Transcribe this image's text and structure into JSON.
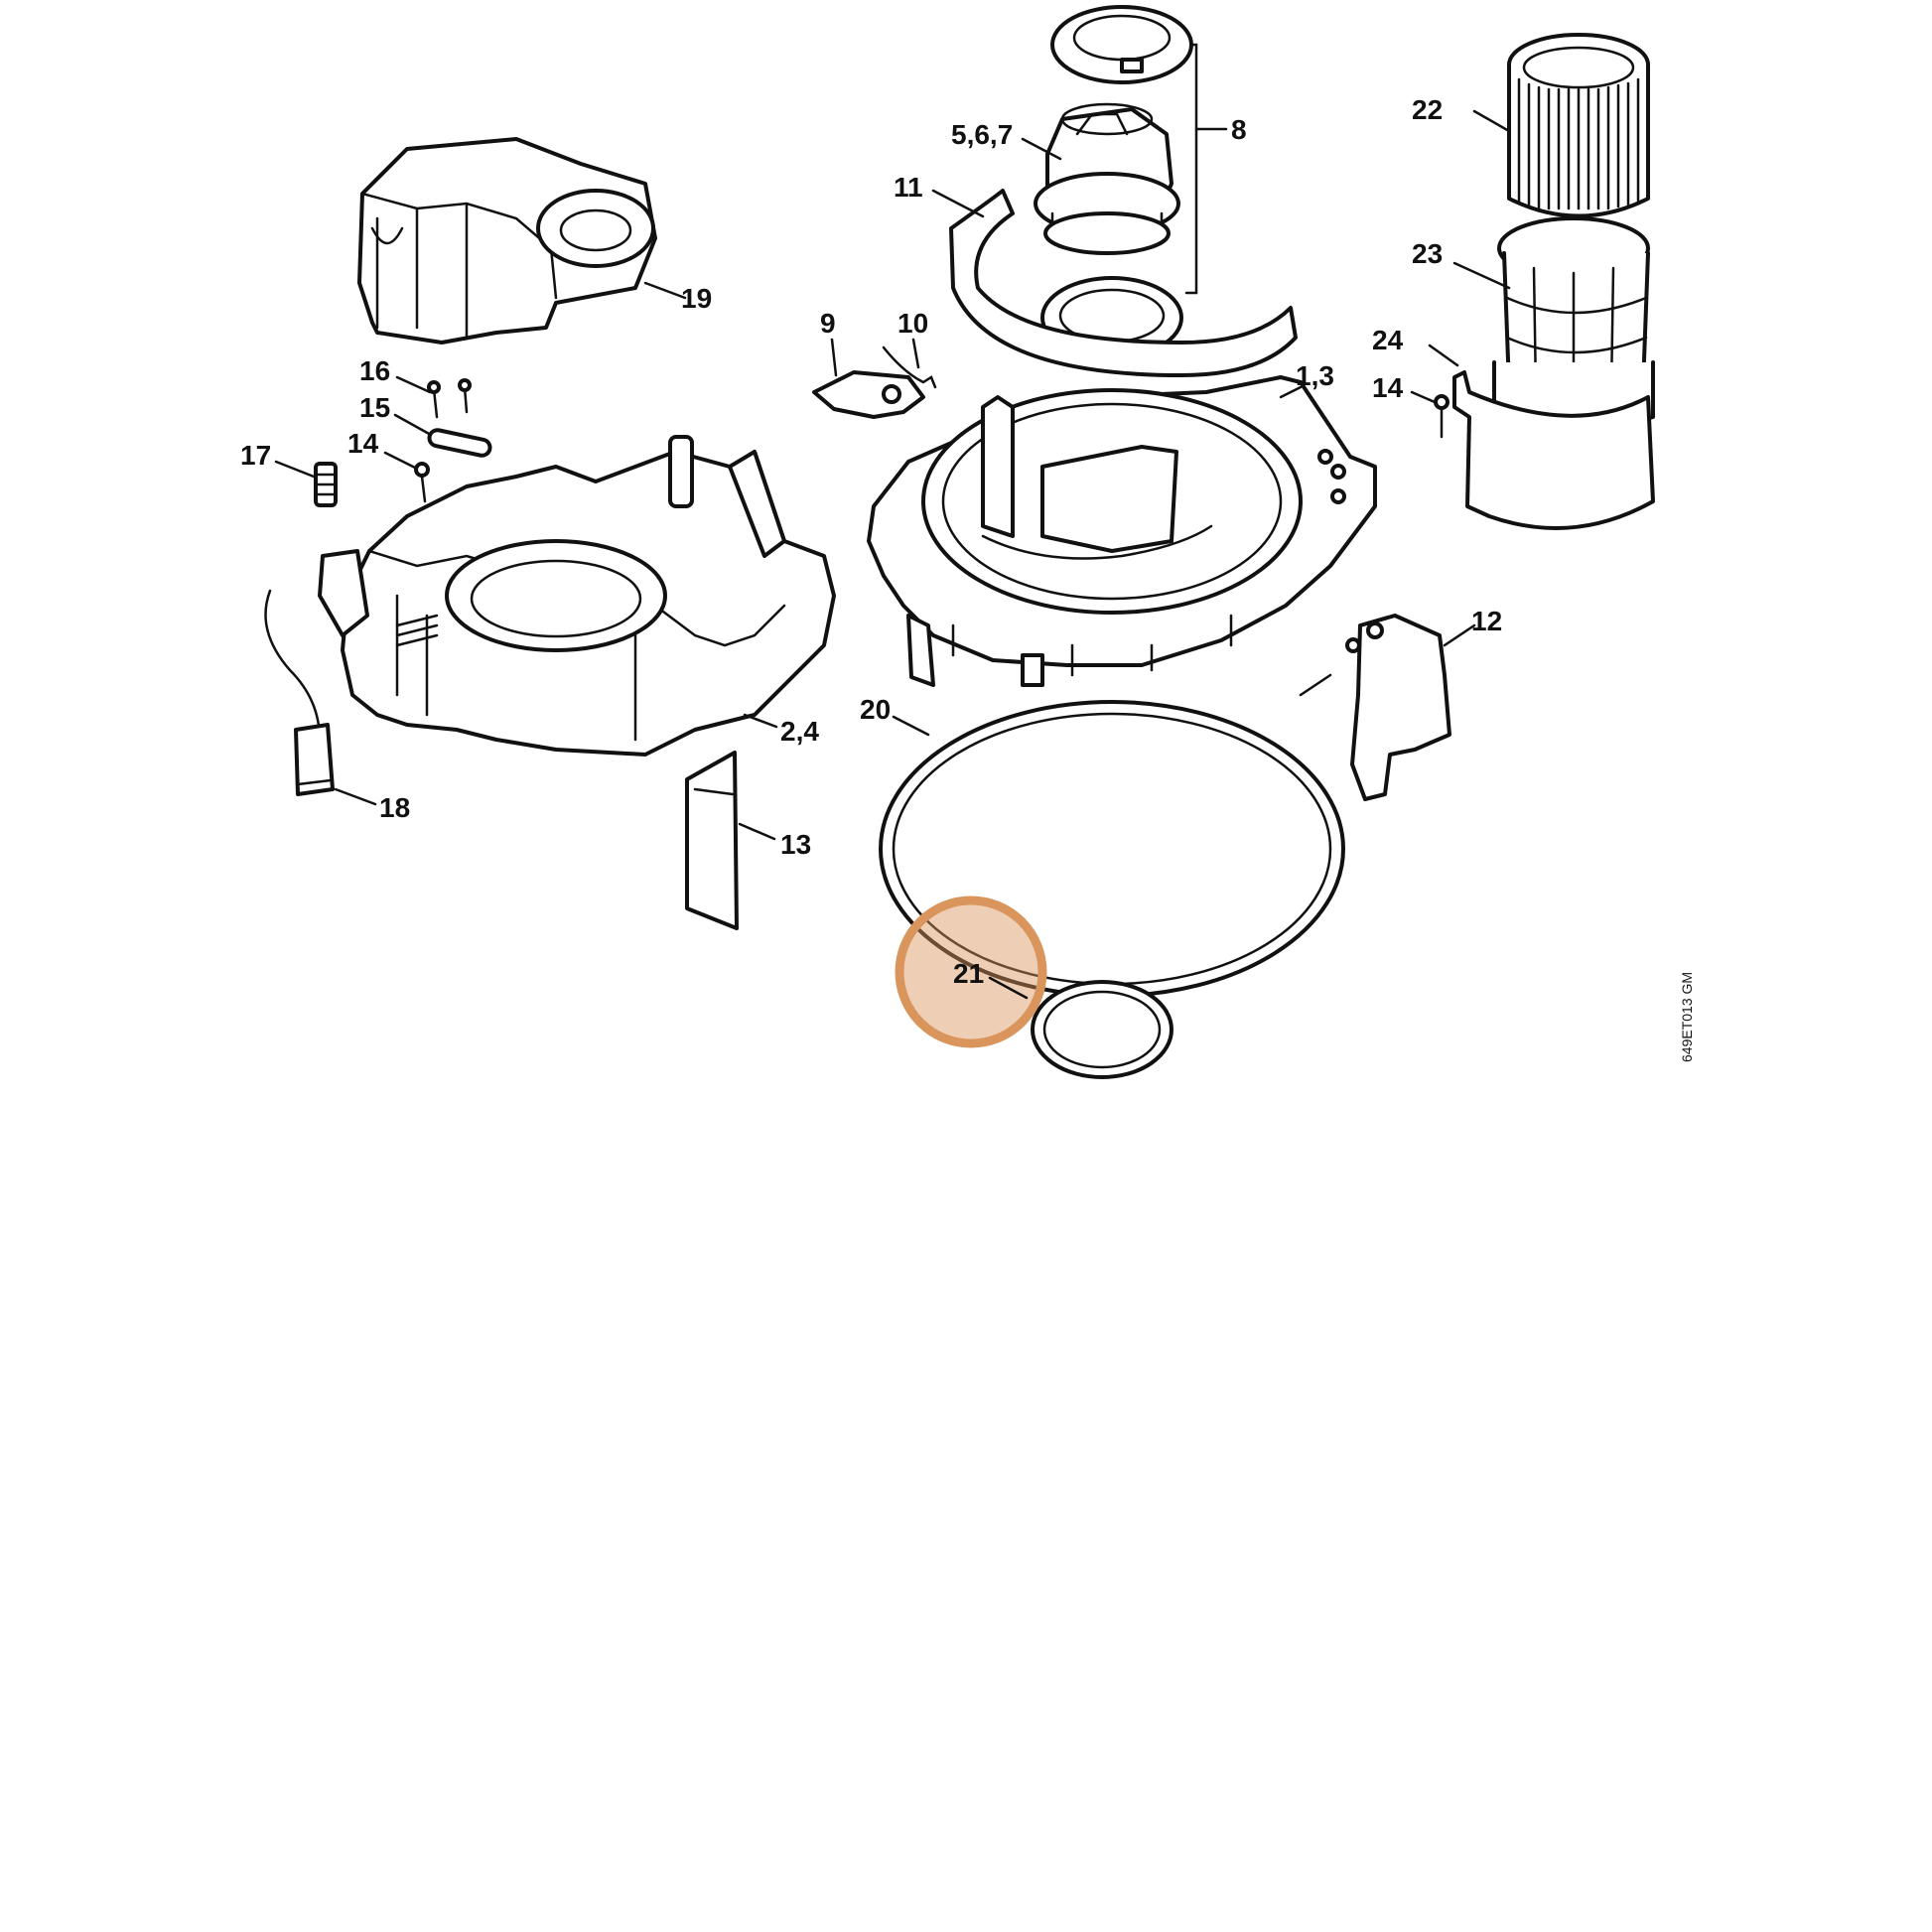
{
  "diagram": {
    "reference_code": "649ET013 GM",
    "highlight_color": "#d9955b",
    "highlighted_callout": "21",
    "callouts": [
      {
        "id": "c-8",
        "text": "8"
      },
      {
        "id": "c-22",
        "text": "22"
      },
      {
        "id": "c-5-6-7",
        "text": "5,6,7"
      },
      {
        "id": "c-11",
        "text": "11"
      },
      {
        "id": "c-23",
        "text": "23"
      },
      {
        "id": "c-19",
        "text": "19"
      },
      {
        "id": "c-9",
        "text": "9"
      },
      {
        "id": "c-10",
        "text": "10"
      },
      {
        "id": "c-24",
        "text": "24"
      },
      {
        "id": "c-1-3",
        "text": "1,3"
      },
      {
        "id": "c-16",
        "text": "16"
      },
      {
        "id": "c-14-right",
        "text": "14"
      },
      {
        "id": "c-15",
        "text": "15"
      },
      {
        "id": "c-17",
        "text": "17"
      },
      {
        "id": "c-14-left",
        "text": "14"
      },
      {
        "id": "c-12",
        "text": "12"
      },
      {
        "id": "c-20",
        "text": "20"
      },
      {
        "id": "c-2-4",
        "text": "2,4"
      },
      {
        "id": "c-18",
        "text": "18"
      },
      {
        "id": "c-13",
        "text": "13"
      },
      {
        "id": "c-21",
        "text": "21"
      }
    ]
  }
}
